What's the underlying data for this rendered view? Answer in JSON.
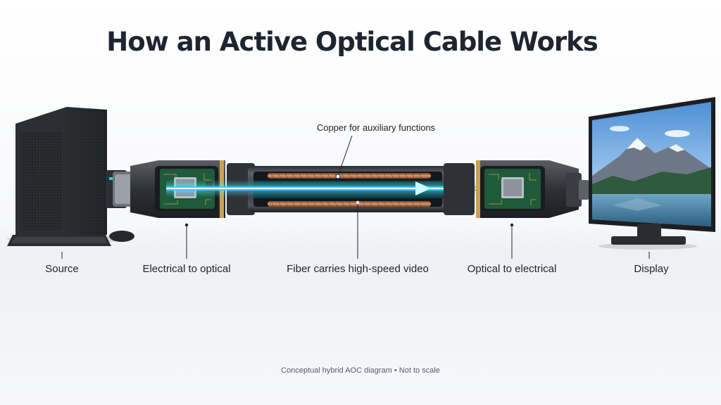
{
  "title": "How an Active Optical Cable Works",
  "callout": "Copper for auxiliary functions",
  "labels": {
    "source": "Source",
    "electrical_to_optical": "Electrical to optical",
    "fiber": "Fiber carries high-speed video",
    "optical_to_electrical": "Optical to electrical",
    "display": "Display"
  },
  "footer": "Conceptual hybrid AOC diagram • Not to scale",
  "colors": {
    "signal": "#22d3ee",
    "copper": "#b8734a",
    "pcb": "#1f5a3a",
    "housing": "#3a3d42"
  }
}
